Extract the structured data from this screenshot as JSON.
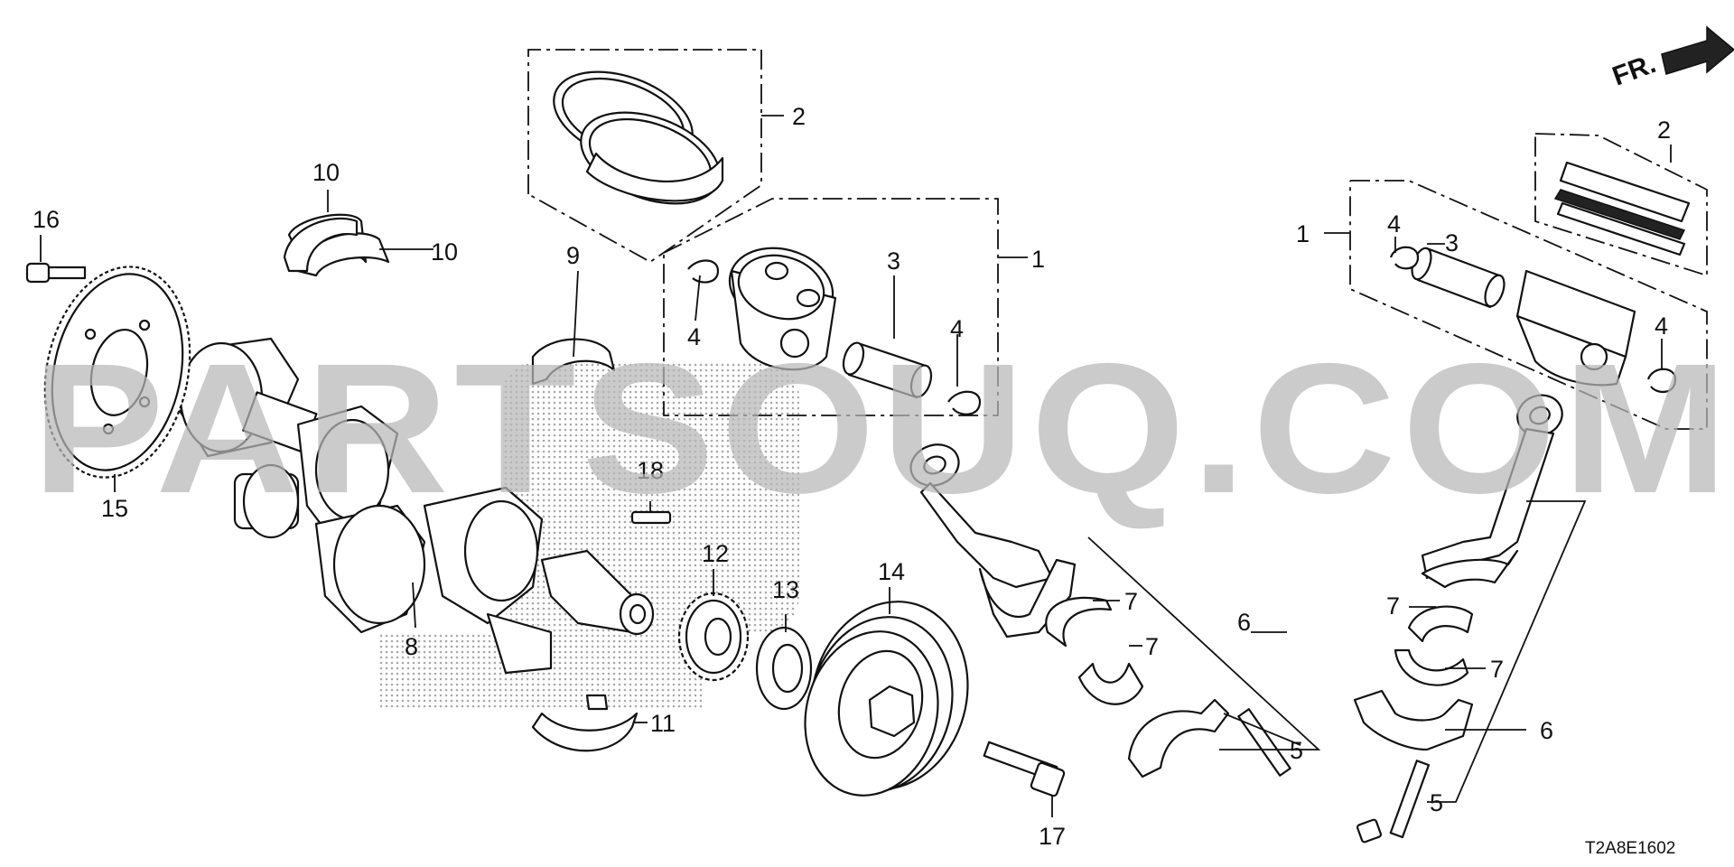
{
  "watermark": {
    "text": "PARTSOUQ.COM"
  },
  "direction_marker": {
    "label": "FR."
  },
  "diagram_code": "T2A8E1602",
  "callouts": {
    "n1a": "1",
    "n1b": "1",
    "n2a": "2",
    "n2b": "2",
    "n3a": "3",
    "n3b": "3",
    "n4a": "4",
    "n4b": "4",
    "n4c": "4",
    "n4d": "4",
    "n5a": "5",
    "n5b": "5",
    "n6a": "6",
    "n6b": "6",
    "n7a": "7",
    "n7b": "7",
    "n7c": "7",
    "n7d": "7",
    "n8": "8",
    "n9": "9",
    "n10a": "10",
    "n10b": "10",
    "n11": "11",
    "n12": "12",
    "n13": "13",
    "n14": "14",
    "n15": "15",
    "n16": "16",
    "n17": "17",
    "n18": "18"
  },
  "colors": {
    "line": "#111111",
    "watermark": "#b8b8b8",
    "background": "#ffffff"
  }
}
